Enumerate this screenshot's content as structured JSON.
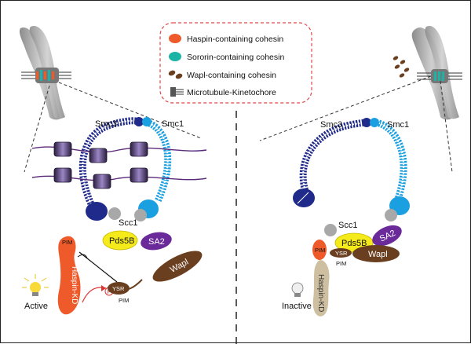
{
  "legend": {
    "items": [
      {
        "label": "Haspin-containing cohesin",
        "color": "#ee5a2a"
      },
      {
        "label": "Sororin-containing cohesin",
        "color": "#1bb3a6"
      },
      {
        "label": "Wapl-containing cohesin",
        "color": "#6a3f20"
      },
      {
        "label": "Microtubule-Kinetochore",
        "color": "#555555"
      }
    ]
  },
  "left_panel": {
    "smc3": "Smc3",
    "smc1": "Smc1",
    "scc1": "Scc1",
    "pds5b": "Pds5B",
    "sa2": "SA2",
    "pim_top": "PIM",
    "haspin_kd": "Haspin-KD",
    "p_label": "P",
    "ysr": "YSR",
    "pim_bottom": "PIM",
    "wapl": "Wapl",
    "status": "Active"
  },
  "right_panel": {
    "smc3": "Smc3",
    "smc1": "Smc1",
    "scc1": "Scc1",
    "pds5b": "Pds5B",
    "sa2": "SA2",
    "ysr": "YSR",
    "pim_mid": "PIM",
    "wapl": "Wapl",
    "pim_top": "PIM",
    "haspin_kd": "Haspin-KD",
    "status": "Inactive"
  },
  "colors": {
    "smc3": "#1f2a8a",
    "smc1": "#1aa0e0",
    "scc1": "#a8a8a8",
    "pds5b": "#f5ea1a",
    "sa2": "#6b2a9a",
    "haspin": "#ee5a2a",
    "haspin_inactive": "#cdbf9f",
    "wapl": "#6a3f20",
    "chromatin": "#5b2a7a",
    "nucleosome": "#3a2a4a",
    "chromosome": "#a0a0a0"
  }
}
